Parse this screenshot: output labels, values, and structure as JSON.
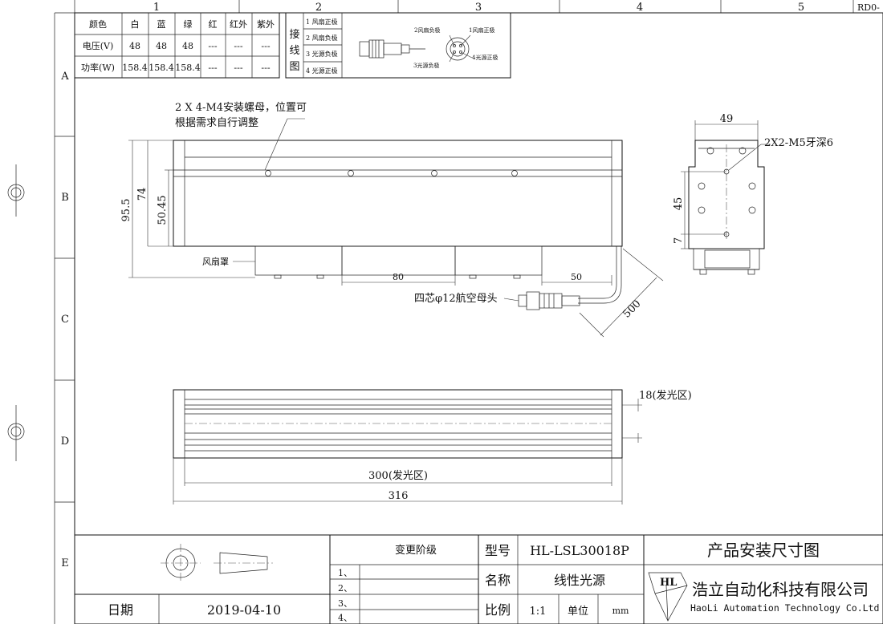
{
  "border": {
    "cols": [
      "1",
      "2",
      "3",
      "4",
      "5"
    ],
    "rows": [
      "A",
      "B",
      "C",
      "D",
      "E"
    ],
    "revision": "RD0-"
  },
  "spec_table": {
    "headers": [
      "颜色",
      "白",
      "蓝",
      "绿",
      "红",
      "红外",
      "紫外"
    ],
    "rows": [
      [
        "电压(V)",
        "48",
        "48",
        "48",
        "---",
        "---",
        "---"
      ],
      [
        "功率(W)",
        "158.4",
        "158.4",
        "158.4",
        "---",
        "---",
        "---"
      ]
    ]
  },
  "wiring": {
    "title_chars": [
      "接",
      "线",
      "图"
    ],
    "pins": [
      "1 风扇正极",
      "2 风扇负极",
      "3 光源负极",
      "4 光源正极"
    ],
    "diagram_labels": [
      "2风扇负极",
      "1风扇正极",
      "3光源负极",
      "4光源正极"
    ]
  },
  "annotations": {
    "nut_note_line1": "2 X 4-M4安装螺母，位置可",
    "nut_note_line2": "根据需求自行调整",
    "fan_cover": "风扇罩",
    "connector": "四芯φ12航空母头",
    "side_thread": "2X2-M5牙深6",
    "emit_height": "18(发光区)",
    "emit_length": "300(发光区)"
  },
  "dimensions": {
    "height_total": "95.5",
    "height_body": "74",
    "height_inner": "50.45",
    "spacing_80": "80",
    "spacing_50": "50",
    "cable_500": "500",
    "side_width": "49",
    "side_45": "45",
    "side_7": "7",
    "length_316": "316"
  },
  "title_block": {
    "change_title": "变更阶级",
    "change_rows": [
      "1、",
      "2、",
      "3、",
      "4、"
    ],
    "date_label": "日期",
    "date_value": "2019-04-10",
    "model_label": "型号",
    "model_value": "HL-LSL30018P",
    "name_label": "名称",
    "name_value": "线性光源",
    "scale_label": "比例",
    "scale_value": "1:1",
    "unit_label": "单位",
    "unit_value": "mm",
    "drawing_title": "产品安装尺寸图",
    "company_cn": "浩立自动化科技有限公司",
    "company_en": "HaoLi Automation Technology Co.Ltd",
    "logo_text": "HL"
  }
}
